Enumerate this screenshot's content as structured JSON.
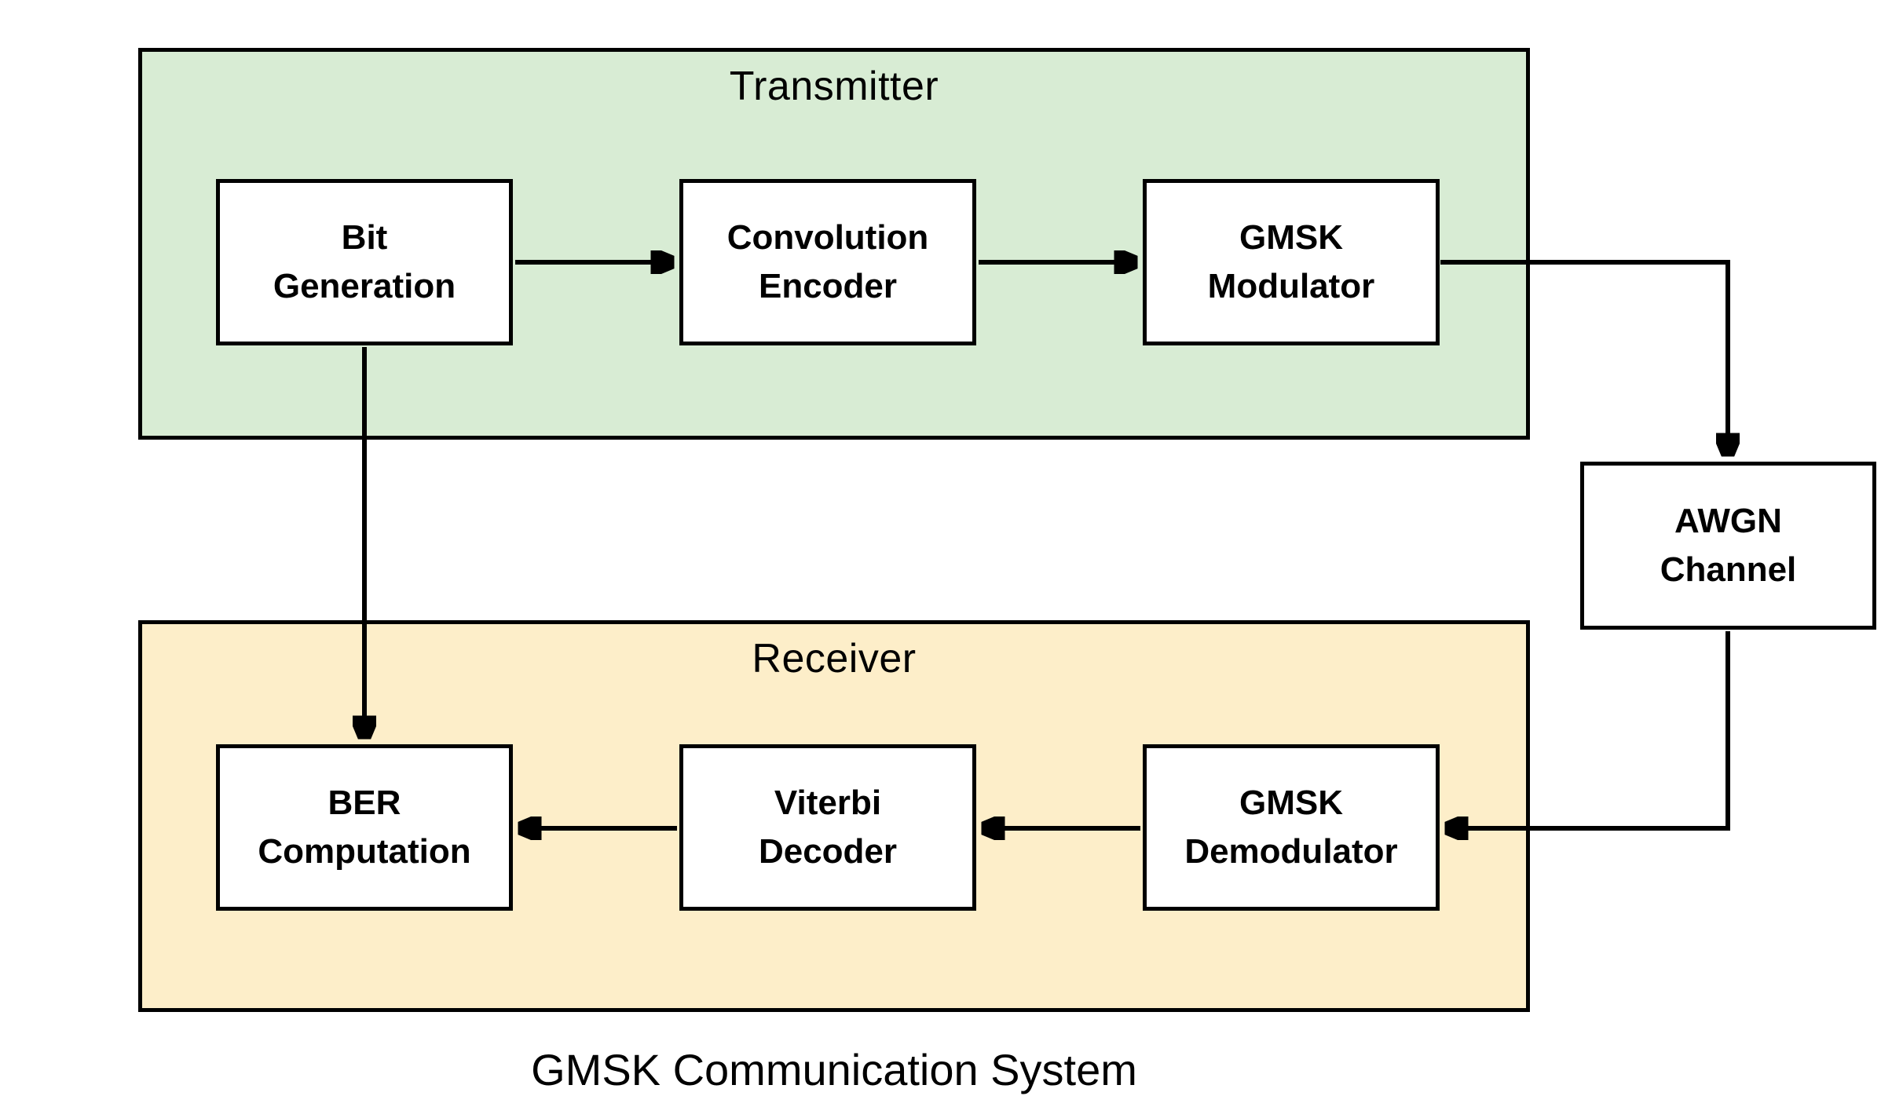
{
  "diagram": {
    "title": "GMSK Communication System",
    "groups": {
      "transmitter": {
        "label": "Transmitter",
        "fill": "#d8ecd4"
      },
      "receiver": {
        "label": "Receiver",
        "fill": "#fdeec9"
      }
    },
    "nodes": {
      "bit_generation": {
        "label": "Bit\nGeneration",
        "group": "transmitter"
      },
      "convolution_encoder": {
        "label": "Convolution\nEncoder",
        "group": "transmitter"
      },
      "gmsk_modulator": {
        "label": "GMSK\nModulator",
        "group": "transmitter"
      },
      "awgn_channel": {
        "label": "AWGN\nChannel",
        "group": "none"
      },
      "ber_computation": {
        "label": "BER\nComputation",
        "group": "receiver"
      },
      "viterbi_decoder": {
        "label": "Viterbi\nDecoder",
        "group": "receiver"
      },
      "gmsk_demodulator": {
        "label": "GMSK\nDemodulator",
        "group": "receiver"
      }
    },
    "edges": [
      {
        "from": "Bit Generation",
        "to": "Convolution Encoder"
      },
      {
        "from": "Convolution Encoder",
        "to": "GMSK Modulator"
      },
      {
        "from": "GMSK Modulator",
        "to": "AWGN Channel"
      },
      {
        "from": "AWGN Channel",
        "to": "GMSK Demodulator"
      },
      {
        "from": "GMSK Demodulator",
        "to": "Viterbi Decoder"
      },
      {
        "from": "Viterbi Decoder",
        "to": "BER Computation"
      },
      {
        "from": "Bit Generation",
        "to": "BER Computation"
      }
    ],
    "colors": {
      "transmitter_fill": "#d8ecd4",
      "receiver_fill": "#fdeec9",
      "node_fill": "#ffffff",
      "line": "#000000",
      "text": "#000000",
      "background": "#ffffff"
    }
  }
}
